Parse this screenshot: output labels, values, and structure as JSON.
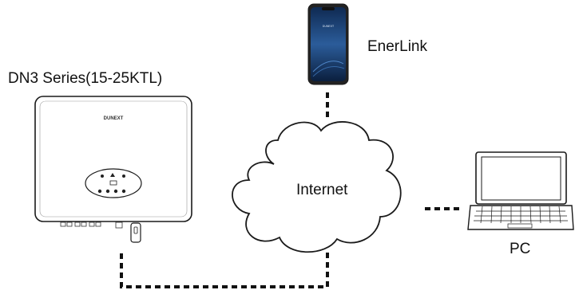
{
  "labels": {
    "inverter": "DN3 Series(15-25KTL)",
    "app": "EnerLink",
    "cloud": "Internet",
    "pc": "PC"
  },
  "brand": {
    "device_logo": "DUNEXT",
    "phone_logo": "DUNEXT"
  },
  "icons": {
    "inverter": "solar-inverter-icon",
    "phone": "smartphone-icon",
    "cloud": "cloud-icon",
    "laptop": "laptop-icon"
  },
  "colors": {
    "stroke": "#1a1a1a",
    "phone_screen": "#1b3f73"
  }
}
